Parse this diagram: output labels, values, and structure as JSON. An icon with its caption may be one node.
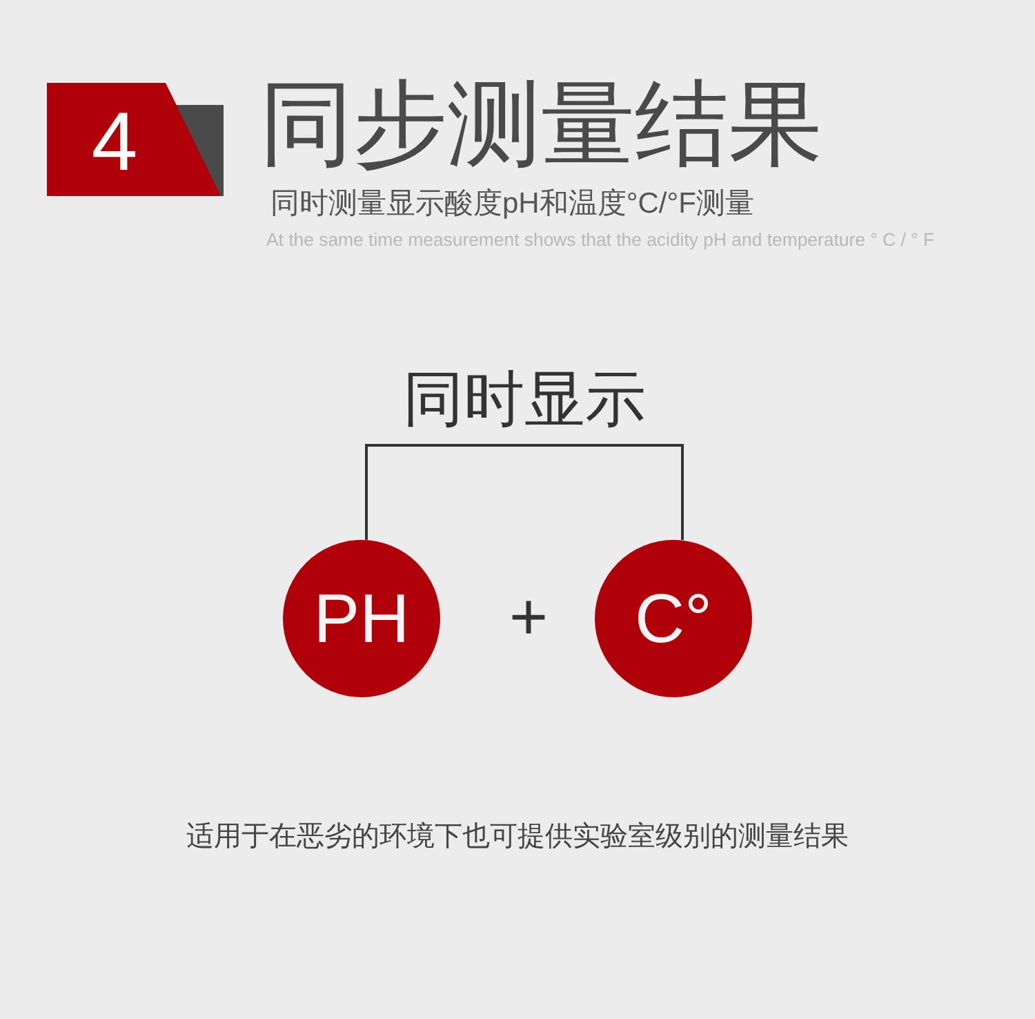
{
  "diagram": {
    "title": "同步测量结果",
    "nodes": [
      {
        "text": [
          "4"
        ]
      },
      {
        "text": [
          "PH"
        ]
      },
      {
        "text": [
          "C°"
        ]
      }
    ],
    "edges": [
      {
        "from": 1,
        "to": 2,
        "arrow": "none"
      }
    ],
    "labels": [
      "同时测量显示酸度pH和温度°C/°F测量",
      "At the same time measurement shows that the acidity pH and temperature ° C / ° F",
      "同时显示",
      "+"
    ],
    "caption": "适用于在恶劣的环境下也可提供实验室级别的测量结果"
  }
}
